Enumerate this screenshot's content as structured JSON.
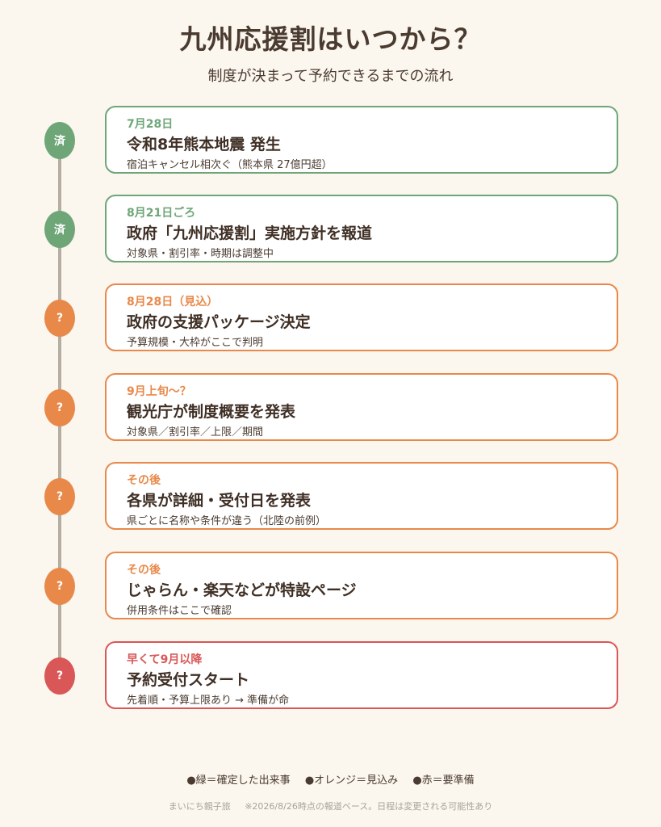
{
  "header": {
    "title": "九州応援割はいつから？",
    "subtitle": "制度が決まって予約できるまでの流れ"
  },
  "colors": {
    "done": "#6ea678",
    "expected": "#e8894a",
    "prepare": "#d95757",
    "line": "#b5aea2"
  },
  "timeline": [
    {
      "status": "done",
      "marker": "済",
      "date": "7月28日",
      "title": "令和8年熊本地震 発生",
      "desc": "宿泊キャンセル相次ぐ（熊本県 27億円超）"
    },
    {
      "status": "done",
      "marker": "済",
      "date": "8月21日ごろ",
      "title": "政府「九州応援割」実施方針を報道",
      "desc": "対象県・割引率・時期は調整中"
    },
    {
      "status": "expected",
      "marker": "?",
      "date": "8月28日（見込）",
      "title": "政府の支援パッケージ決定",
      "desc": "予算規模・大枠がここで判明"
    },
    {
      "status": "expected",
      "marker": "?",
      "date": "9月上旬〜？",
      "title": "観光庁が制度概要を発表",
      "desc": "対象県／割引率／上限／期間"
    },
    {
      "status": "expected",
      "marker": "?",
      "date": "その後",
      "title": "各県が詳細・受付日を発表",
      "desc": "県ごとに名称や条件が違う（北陸の前例）"
    },
    {
      "status": "expected",
      "marker": "?",
      "date": "その後",
      "title": "じゃらん・楽天などが特設ページ",
      "desc": "併用条件はここで確認"
    },
    {
      "status": "prepare",
      "marker": "?",
      "date": "早くて9月以降",
      "title": "予約受付スタート",
      "desc": "先着順・予算上限あり → 準備が命"
    }
  ],
  "legend": {
    "done": "●緑＝確定した出来事",
    "expected": "●オレンジ＝見込み",
    "prepare": "●赤＝要準備"
  },
  "footer": {
    "brand": "まいにち親子旅",
    "note": "※2026/8/26時点の報道ベース。日程は変更される可能性あり"
  }
}
